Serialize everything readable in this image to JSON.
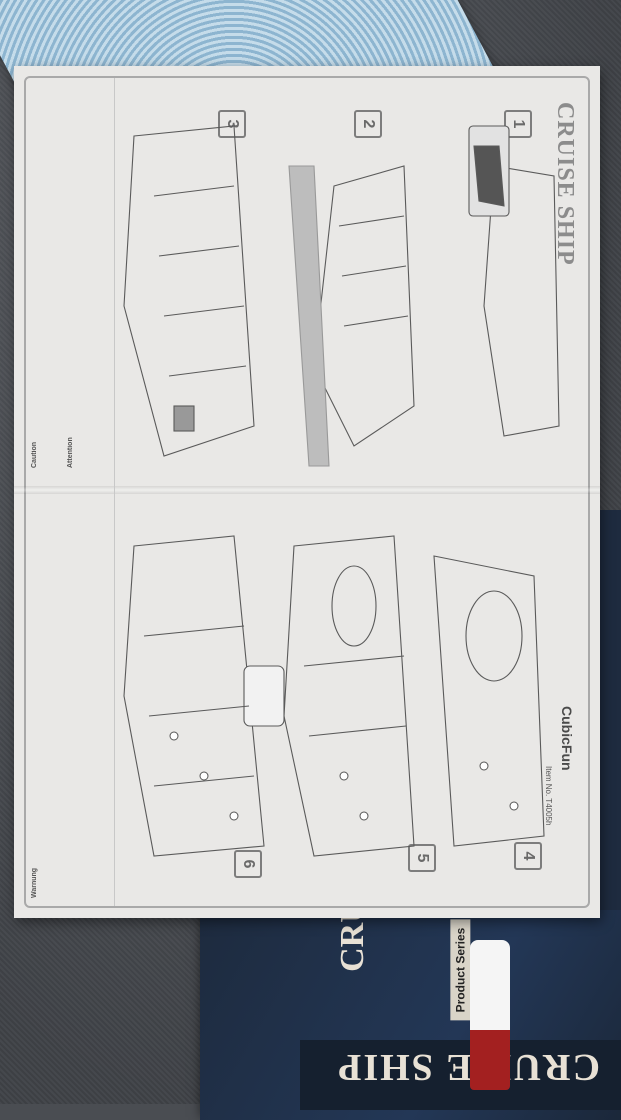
{
  "booklet": {
    "title": "CRUISE SHIP",
    "brand": "CubicFun",
    "item_no": "Item No. T4005h",
    "steps": [
      "1",
      "2",
      "3",
      "4",
      "5",
      "6"
    ],
    "caution_heading": "Caution",
    "attention_heading": "Attention",
    "warnung_heading": "Warnung"
  },
  "box": {
    "title": "CRUISE SHIP",
    "side_title": "CRUIS",
    "series": "Product Series"
  }
}
